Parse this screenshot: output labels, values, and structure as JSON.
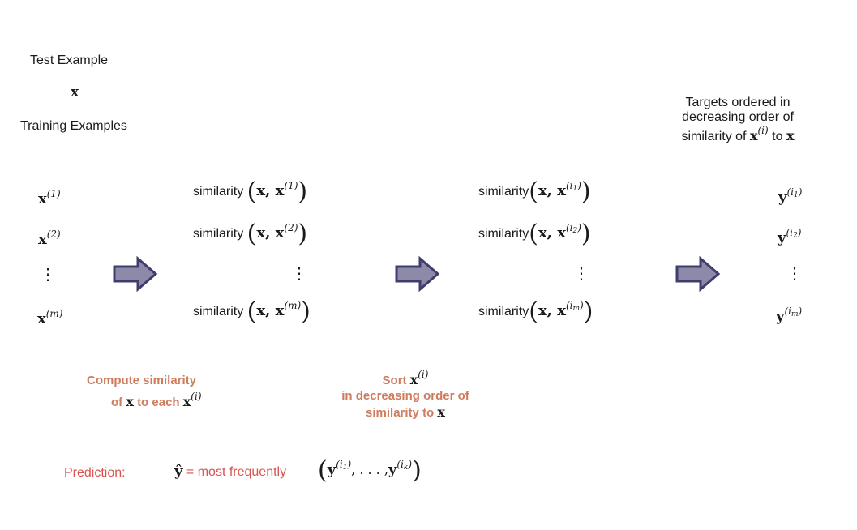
{
  "header": {
    "test_label": "Test Example",
    "test_symbol": "x",
    "training_label": "Training Examples",
    "targets_line1": "Targets ordered in",
    "targets_line2": "decreasing order of",
    "targets_line3_prefix": "similarity of",
    "targets_x": "x",
    "targets_sup": "(i)",
    "targets_to": "to",
    "targets_x2": "x"
  },
  "training": {
    "symbol": "x",
    "items": [
      {
        "sup": "(1)"
      },
      {
        "sup": "(2)"
      },
      {
        "sup": "(m)"
      }
    ],
    "vdots": "⋮"
  },
  "similarity_column": {
    "word": "similarity",
    "x": "x",
    "rows": [
      {
        "sup": "(1)"
      },
      {
        "sup": "(2)"
      },
      {
        "sup": "(m)"
      }
    ],
    "vdots": "⋮"
  },
  "sorted_column": {
    "word": "similarity",
    "x": "x",
    "rows": [
      {
        "sup": "(i",
        "sub": "1",
        "close": ")"
      },
      {
        "sup": "(i",
        "sub": "2",
        "close": ")"
      },
      {
        "sup": "(i",
        "sub": "m",
        "close": ")"
      }
    ],
    "vdots": "⋮"
  },
  "targets_column": {
    "symbol": "y",
    "rows": [
      {
        "sup": "(i",
        "sub": "1",
        "close": ")"
      },
      {
        "sup": "(i",
        "sub": "2",
        "close": ")"
      },
      {
        "sup": "(i",
        "sub": "m",
        "close": ")"
      }
    ],
    "vdots": "⋮"
  },
  "captions": {
    "compute_line1": "Compute   similarity",
    "compute_of": "of",
    "compute_x": "x",
    "compute_to_each": "to each",
    "compute_x2": "x",
    "compute_sup": "(i)",
    "sort_word": "Sort",
    "sort_x": "x",
    "sort_sup": "(i)",
    "sort_line2": "in decreasing order of",
    "sort_line3": "similarity to",
    "sort_x2": "x"
  },
  "prediction": {
    "label": "Prediction:",
    "yhat": "ŷ",
    "equals_text": "= most frequently",
    "y": "y",
    "first_sup": "(i",
    "first_sub": "1",
    "ellipsis": ", . . . ,",
    "last_sub": "k",
    "close": ")"
  },
  "colors": {
    "arrow_fill": "#8c8aa8",
    "arrow_stroke": "#3f3d6b",
    "caption_orange": "#cd7c5e",
    "prediction_red": "#d9534f"
  }
}
